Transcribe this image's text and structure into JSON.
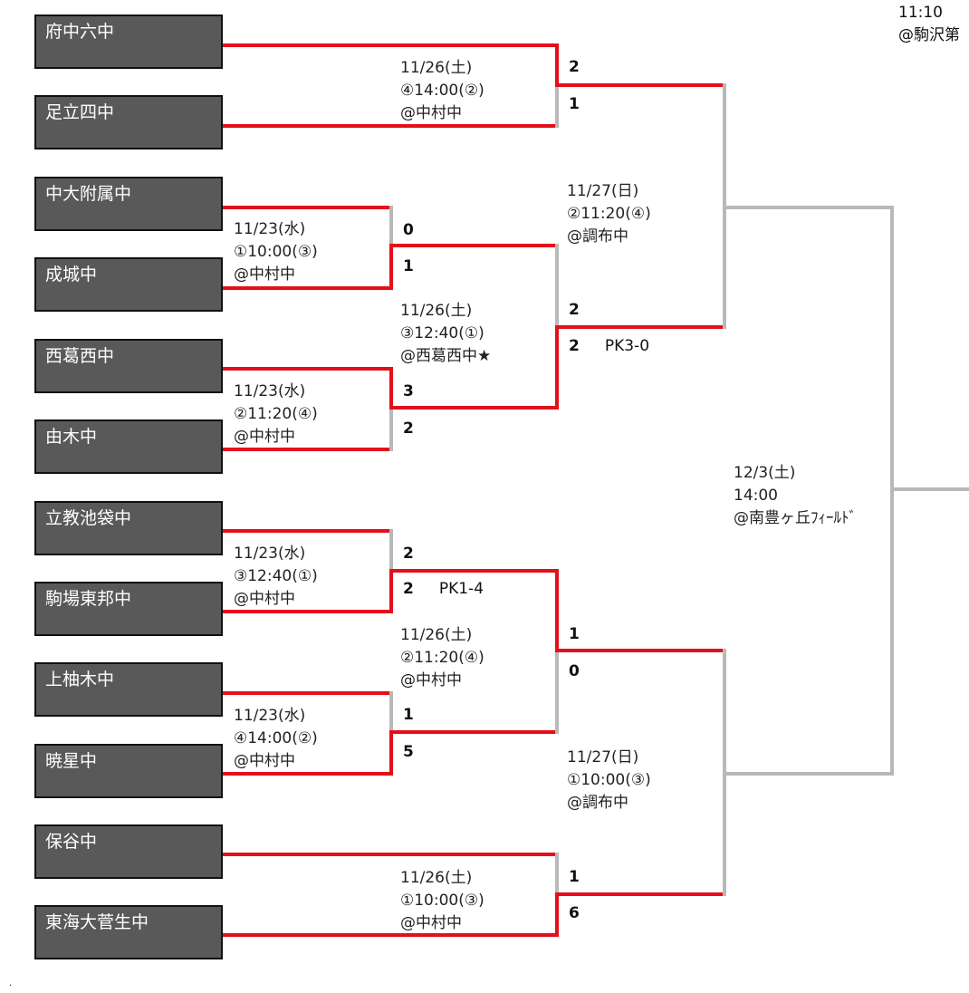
{
  "teams": [
    "府中六中",
    "足立四中",
    "中大附属中",
    "成城中",
    "西葛西中",
    "由木中",
    "立教池袋中",
    "駒場東邦中",
    "上柚木中",
    "暁星中",
    "保谷中",
    "東海大菅生中"
  ],
  "round1": [
    {
      "date": "11/23(水)",
      "time": "①10:00(③)",
      "venue": "@中村中"
    },
    {
      "date": "11/23(水)",
      "time": "②11:20(④)",
      "venue": "@中村中"
    },
    {
      "date": "11/23(水)",
      "time": "③12:40(①)",
      "venue": "@中村中"
    },
    {
      "date": "11/23(水)",
      "time": "④14:00(②)",
      "venue": "@中村中"
    }
  ],
  "round2": [
    {
      "date": "11/26(土)",
      "time": "④14:00(②)",
      "venue": "@中村中"
    },
    {
      "date": "11/26(土)",
      "time": "③12:40(①)",
      "venue": "@西葛西中★"
    },
    {
      "date": "11/26(土)",
      "time": "②11:20(④)",
      "venue": "@中村中"
    },
    {
      "date": "11/26(土)",
      "time": "①10:00(③)",
      "venue": "@中村中"
    }
  ],
  "round3": [
    {
      "date": "11/27(日)",
      "time": "②11:20(④)",
      "venue": "@調布中"
    },
    {
      "date": "11/27(日)",
      "time": "①10:00(③)",
      "venue": "@調布中"
    }
  ],
  "final": {
    "date": "12/3(土)",
    "time": "14:00",
    "venue": "@南豊ヶ丘ﾌｨｰﾙﾄﾞ"
  },
  "top_right": {
    "time": "11:10",
    "venue": "@駒沢第"
  },
  "scores": {
    "r1": [
      {
        "top": "0",
        "bottom": "1"
      },
      {
        "top": "3",
        "bottom": "2"
      },
      {
        "top": "2",
        "bottom": "2",
        "pk": "PK1-4"
      },
      {
        "top": "1",
        "bottom": "5"
      }
    ],
    "r2": [
      {
        "top": "2",
        "bottom": "1"
      },
      {
        "top": "2",
        "bottom": "2",
        "pk": "PK3-0"
      },
      {
        "top": "1",
        "bottom": "0"
      },
      {
        "top": "1",
        "bottom": "6"
      }
    ]
  },
  "footer_mark": ".",
  "colors": {
    "win": "#e3101c",
    "lose": "#b8b8b8",
    "team_box": "#595959"
  }
}
